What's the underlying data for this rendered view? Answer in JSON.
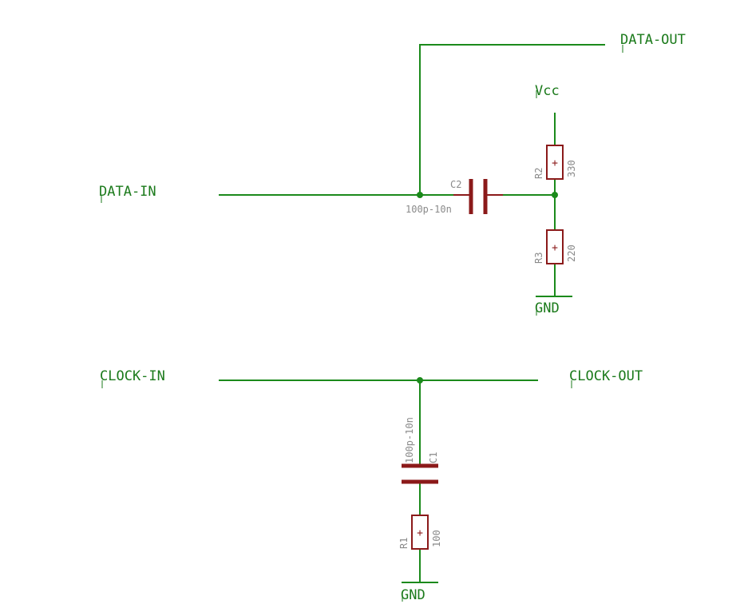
{
  "nets": {
    "data_in": "DATA-IN",
    "data_out": "DATA-OUT",
    "clock_in": "CLOCK-IN",
    "clock_out": "CLOCK-OUT",
    "vcc": "Vcc",
    "gnd_top": "GND",
    "gnd_bottom": "GND"
  },
  "components": {
    "c2": {
      "name": "C2",
      "value": "100p-10n"
    },
    "r2": {
      "name": "R2",
      "value": "330"
    },
    "r3": {
      "name": "R3",
      "value": "220"
    },
    "c1": {
      "name": "C1",
      "value": "100p-10n"
    },
    "r1": {
      "name": "R1",
      "value": "100"
    },
    "plus_symbol": "+"
  },
  "colors": {
    "wire": "#1b8a1b",
    "component": "#8b1a1a",
    "label": "#8a8a8a"
  }
}
